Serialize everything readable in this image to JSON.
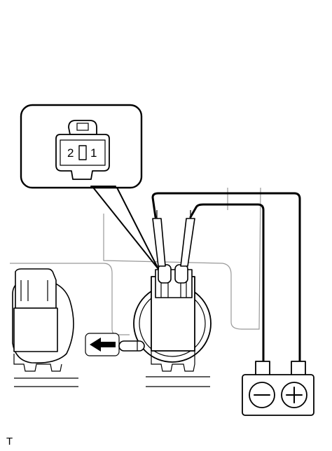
{
  "callout": {
    "pin_left": "2",
    "pin_right": "1"
  },
  "battery": {
    "negative_symbol": "minus-icon",
    "positive_symbol": "plus-icon"
  },
  "footer": {
    "code": "T"
  }
}
